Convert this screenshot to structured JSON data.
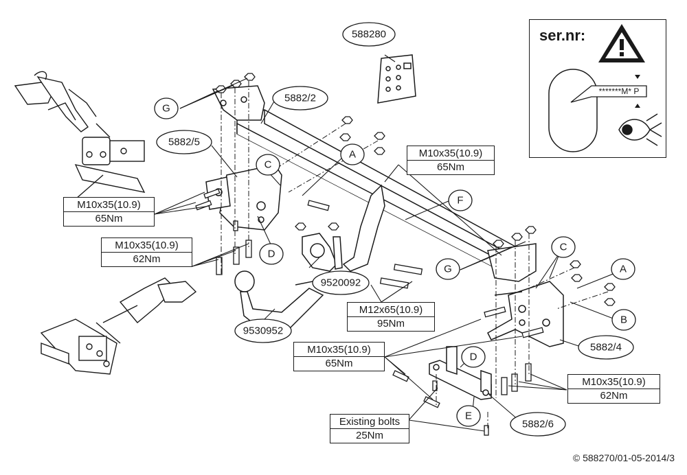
{
  "callouts": {
    "part_5882_2": "5882/2",
    "part_5882_5": "5882/5",
    "part_588280": "588280",
    "part_9520092": "9520092",
    "part_9530952": "9530952",
    "part_5882_4": "5882/4",
    "part_5882_6": "5882/6",
    "letter_G_top": "G",
    "letter_C_left": "C",
    "letter_D_left": "D",
    "letter_A_top": "A",
    "letter_F": "F",
    "letter_G_right": "G",
    "letter_C_right": "C",
    "letter_A_right": "A",
    "letter_B": "B",
    "letter_D_right": "D",
    "letter_E": "E"
  },
  "torque_boxes": {
    "top_right": {
      "bolt": "M10x35(10.9)",
      "torque": "65Nm"
    },
    "left_upper": {
      "bolt": "M10x35(10.9)",
      "torque": "65Nm"
    },
    "left_lower": {
      "bolt": "M10x35(10.9)",
      "torque": "62Nm"
    },
    "middle": {
      "bolt": "M12x65(10.9)",
      "torque": "95Nm"
    },
    "bottom_middle": {
      "bolt": "M10x35(10.9)",
      "torque": "65Nm"
    },
    "bottom_right": {
      "bolt": "M10x35(10.9)",
      "torque": "62Nm"
    },
    "existing": {
      "bolt": "Existing bolts",
      "torque": "25Nm"
    }
  },
  "serial_panel": {
    "title": "ser.nr:",
    "plate_text": "*******M* P"
  },
  "copyright": "© 588270/01-05-2014/3",
  "icons": [
    "warning-triangle-icon",
    "eye-icon",
    "hand-tool-icon"
  ]
}
